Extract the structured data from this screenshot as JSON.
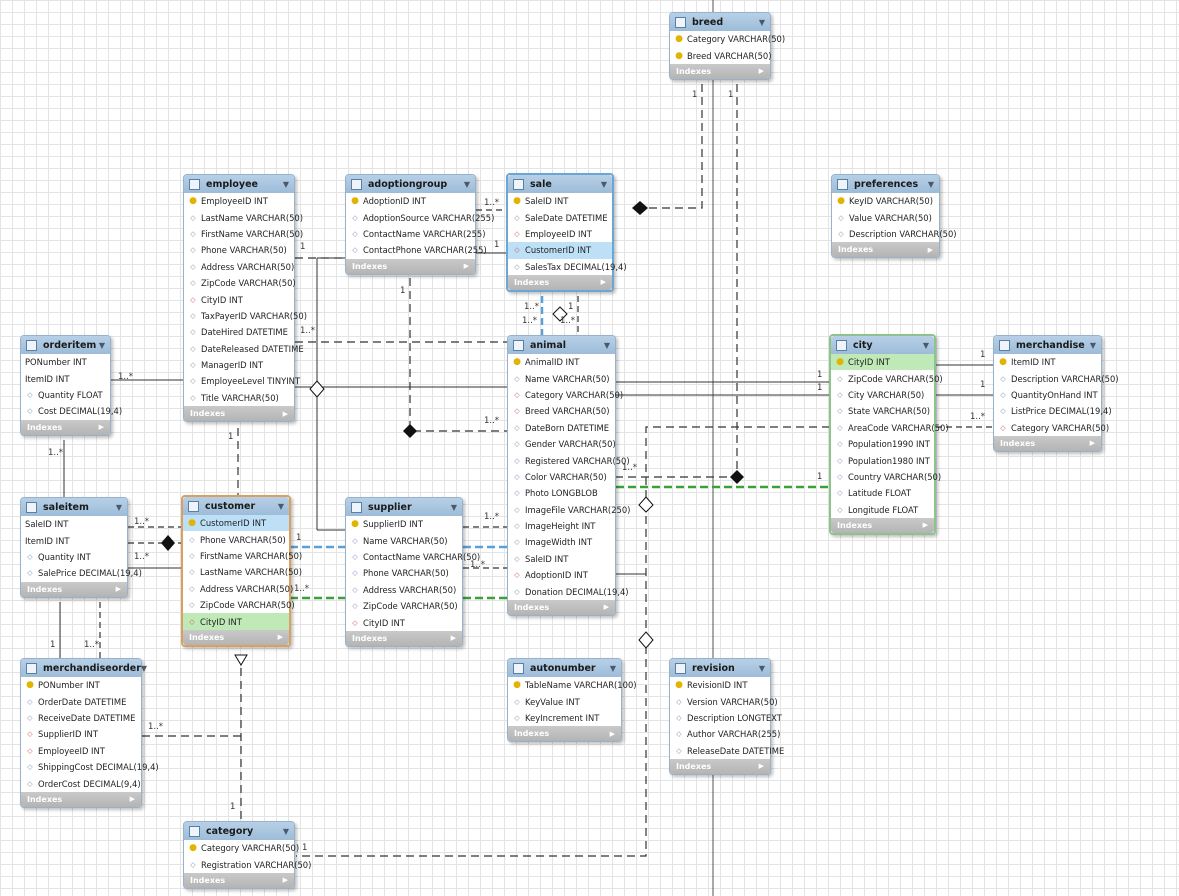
{
  "indexes_label": "Indexes",
  "cardinality": {
    "one": "1",
    "many": "1..*"
  },
  "tables": {
    "breed": {
      "name": "breed",
      "columns": [
        {
          "kind": "pk",
          "text": "Category VARCHAR(50)"
        },
        {
          "kind": "pk",
          "text": "Breed VARCHAR(50)"
        }
      ]
    },
    "preferences": {
      "name": "preferences",
      "columns": [
        {
          "kind": "pk",
          "text": "KeyID VARCHAR(50)"
        },
        {
          "kind": "col",
          "text": "Value VARCHAR(50)"
        },
        {
          "kind": "col",
          "text": "Description VARCHAR(50)"
        }
      ]
    },
    "employee": {
      "name": "employee",
      "columns": [
        {
          "kind": "pk",
          "text": "EmployeeID INT"
        },
        {
          "kind": "col",
          "text": "LastName VARCHAR(50)"
        },
        {
          "kind": "col",
          "text": "FirstName VARCHAR(50)"
        },
        {
          "kind": "col",
          "text": "Phone VARCHAR(50)"
        },
        {
          "kind": "col",
          "text": "Address VARCHAR(50)"
        },
        {
          "kind": "col",
          "text": "ZipCode VARCHAR(50)"
        },
        {
          "kind": "fk",
          "text": "CityID INT"
        },
        {
          "kind": "col",
          "text": "TaxPayerID VARCHAR(50)"
        },
        {
          "kind": "col",
          "text": "DateHired DATETIME"
        },
        {
          "kind": "col",
          "text": "DateReleased DATETIME"
        },
        {
          "kind": "col",
          "text": "ManagerID INT"
        },
        {
          "kind": "col",
          "text": "EmployeeLevel TINYINT"
        },
        {
          "kind": "col",
          "text": "Title VARCHAR(50)"
        }
      ]
    },
    "adoptiongroup": {
      "name": "adoptiongroup",
      "columns": [
        {
          "kind": "pk",
          "text": "AdoptionID INT"
        },
        {
          "kind": "col",
          "text": "AdoptionSource VARCHAR(255)"
        },
        {
          "kind": "col",
          "text": "ContactName VARCHAR(255)"
        },
        {
          "kind": "col",
          "text": "ContactPhone VARCHAR(255)"
        }
      ]
    },
    "sale": {
      "name": "sale",
      "columns": [
        {
          "kind": "pk",
          "text": "SaleID INT"
        },
        {
          "kind": "col",
          "text": "SaleDate DATETIME"
        },
        {
          "kind": "fk",
          "text": "EmployeeID INT"
        },
        {
          "kind": "fk",
          "text": "CustomerID INT"
        },
        {
          "kind": "col",
          "text": "SalesTax DECIMAL(19,4)"
        }
      ]
    },
    "orderitem": {
      "name": "orderitem",
      "columns": [
        {
          "kind": "none",
          "text": "PONumber INT"
        },
        {
          "kind": "none",
          "text": "ItemID INT"
        },
        {
          "kind": "col",
          "text": "Quantity FLOAT"
        },
        {
          "kind": "col",
          "text": "Cost DECIMAL(19,4)"
        }
      ]
    },
    "animal": {
      "name": "animal",
      "columns": [
        {
          "kind": "pk",
          "text": "AnimalID INT"
        },
        {
          "kind": "col",
          "text": "Name VARCHAR(50)"
        },
        {
          "kind": "fk",
          "text": "Category VARCHAR(50)"
        },
        {
          "kind": "fk",
          "text": "Breed VARCHAR(50)"
        },
        {
          "kind": "col",
          "text": "DateBorn DATETIME"
        },
        {
          "kind": "col",
          "text": "Gender VARCHAR(50)"
        },
        {
          "kind": "col",
          "text": "Registered VARCHAR(50)"
        },
        {
          "kind": "col",
          "text": "Color VARCHAR(50)"
        },
        {
          "kind": "col",
          "text": "Photo LONGBLOB"
        },
        {
          "kind": "col",
          "text": "ImageFile VARCHAR(250)"
        },
        {
          "kind": "col",
          "text": "ImageHeight INT"
        },
        {
          "kind": "col",
          "text": "ImageWidth INT"
        },
        {
          "kind": "col",
          "text": "SaleID INT"
        },
        {
          "kind": "fk",
          "text": "AdoptionID INT"
        },
        {
          "kind": "col",
          "text": "Donation DECIMAL(19,4)"
        }
      ]
    },
    "city": {
      "name": "city",
      "columns": [
        {
          "kind": "pk",
          "text": "CityID INT"
        },
        {
          "kind": "col",
          "text": "ZipCode VARCHAR(50)"
        },
        {
          "kind": "col",
          "text": "City VARCHAR(50)"
        },
        {
          "kind": "col",
          "text": "State VARCHAR(50)"
        },
        {
          "kind": "col",
          "text": "AreaCode VARCHAR(50)"
        },
        {
          "kind": "col",
          "text": "Population1990 INT"
        },
        {
          "kind": "col",
          "text": "Population1980 INT"
        },
        {
          "kind": "col",
          "text": "Country VARCHAR(50)"
        },
        {
          "kind": "col",
          "text": "Latitude FLOAT"
        },
        {
          "kind": "col",
          "text": "Longitude FLOAT"
        }
      ]
    },
    "merchandise": {
      "name": "merchandise",
      "columns": [
        {
          "kind": "pk",
          "text": "ItemID INT"
        },
        {
          "kind": "col",
          "text": "Description VARCHAR(50)"
        },
        {
          "kind": "col",
          "text": "QuantityOnHand INT"
        },
        {
          "kind": "col",
          "text": "ListPrice DECIMAL(19,4)"
        },
        {
          "kind": "fk",
          "text": "Category VARCHAR(50)"
        }
      ]
    },
    "saleitem": {
      "name": "saleitem",
      "columns": [
        {
          "kind": "none",
          "text": "SaleID INT"
        },
        {
          "kind": "none",
          "text": "ItemID INT"
        },
        {
          "kind": "col",
          "text": "Quantity INT"
        },
        {
          "kind": "col",
          "text": "SalePrice DECIMAL(19,4)"
        }
      ]
    },
    "customer": {
      "name": "customer",
      "columns": [
        {
          "kind": "pk",
          "text": "CustomerID INT"
        },
        {
          "kind": "col",
          "text": "Phone VARCHAR(50)"
        },
        {
          "kind": "col",
          "text": "FirstName VARCHAR(50)"
        },
        {
          "kind": "col",
          "text": "LastName VARCHAR(50)"
        },
        {
          "kind": "col",
          "text": "Address VARCHAR(50)"
        },
        {
          "kind": "col",
          "text": "ZipCode VARCHAR(50)"
        },
        {
          "kind": "fk",
          "text": "CityID INT"
        }
      ]
    },
    "supplier": {
      "name": "supplier",
      "columns": [
        {
          "kind": "pk",
          "text": "SupplierID INT"
        },
        {
          "kind": "col",
          "text": "Name VARCHAR(50)"
        },
        {
          "kind": "col",
          "text": "ContactName VARCHAR(50)"
        },
        {
          "kind": "col",
          "text": "Phone VARCHAR(50)"
        },
        {
          "kind": "col",
          "text": "Address VARCHAR(50)"
        },
        {
          "kind": "col",
          "text": "ZipCode VARCHAR(50)"
        },
        {
          "kind": "fk",
          "text": "CityID INT"
        }
      ]
    },
    "merchandiseorder": {
      "name": "merchandiseorder",
      "columns": [
        {
          "kind": "pk",
          "text": "PONumber INT"
        },
        {
          "kind": "col",
          "text": "OrderDate DATETIME"
        },
        {
          "kind": "col",
          "text": "ReceiveDate DATETIME"
        },
        {
          "kind": "fk",
          "text": "SupplierID INT"
        },
        {
          "kind": "fk",
          "text": "EmployeeID INT"
        },
        {
          "kind": "col",
          "text": "ShippingCost DECIMAL(19,4)"
        },
        {
          "kind": "col",
          "text": "OrderCost DECIMAL(9,4)"
        }
      ]
    },
    "autonumber": {
      "name": "autonumber",
      "columns": [
        {
          "kind": "pk",
          "text": "TableName VARCHAR(100)"
        },
        {
          "kind": "col",
          "text": "KeyValue INT"
        },
        {
          "kind": "col",
          "text": "KeyIncrement INT"
        }
      ]
    },
    "revision": {
      "name": "revision",
      "columns": [
        {
          "kind": "pk",
          "text": "RevisionID INT"
        },
        {
          "kind": "col",
          "text": "Version VARCHAR(50)"
        },
        {
          "kind": "col",
          "text": "Description LONGTEXT"
        },
        {
          "kind": "col",
          "text": "Author VARCHAR(255)"
        },
        {
          "kind": "col",
          "text": "ReleaseDate DATETIME"
        }
      ]
    },
    "category": {
      "name": "category",
      "columns": [
        {
          "kind": "pk",
          "text": "Category VARCHAR(50)"
        },
        {
          "kind": "col",
          "text": "Registration VARCHAR(50)"
        }
      ]
    }
  }
}
